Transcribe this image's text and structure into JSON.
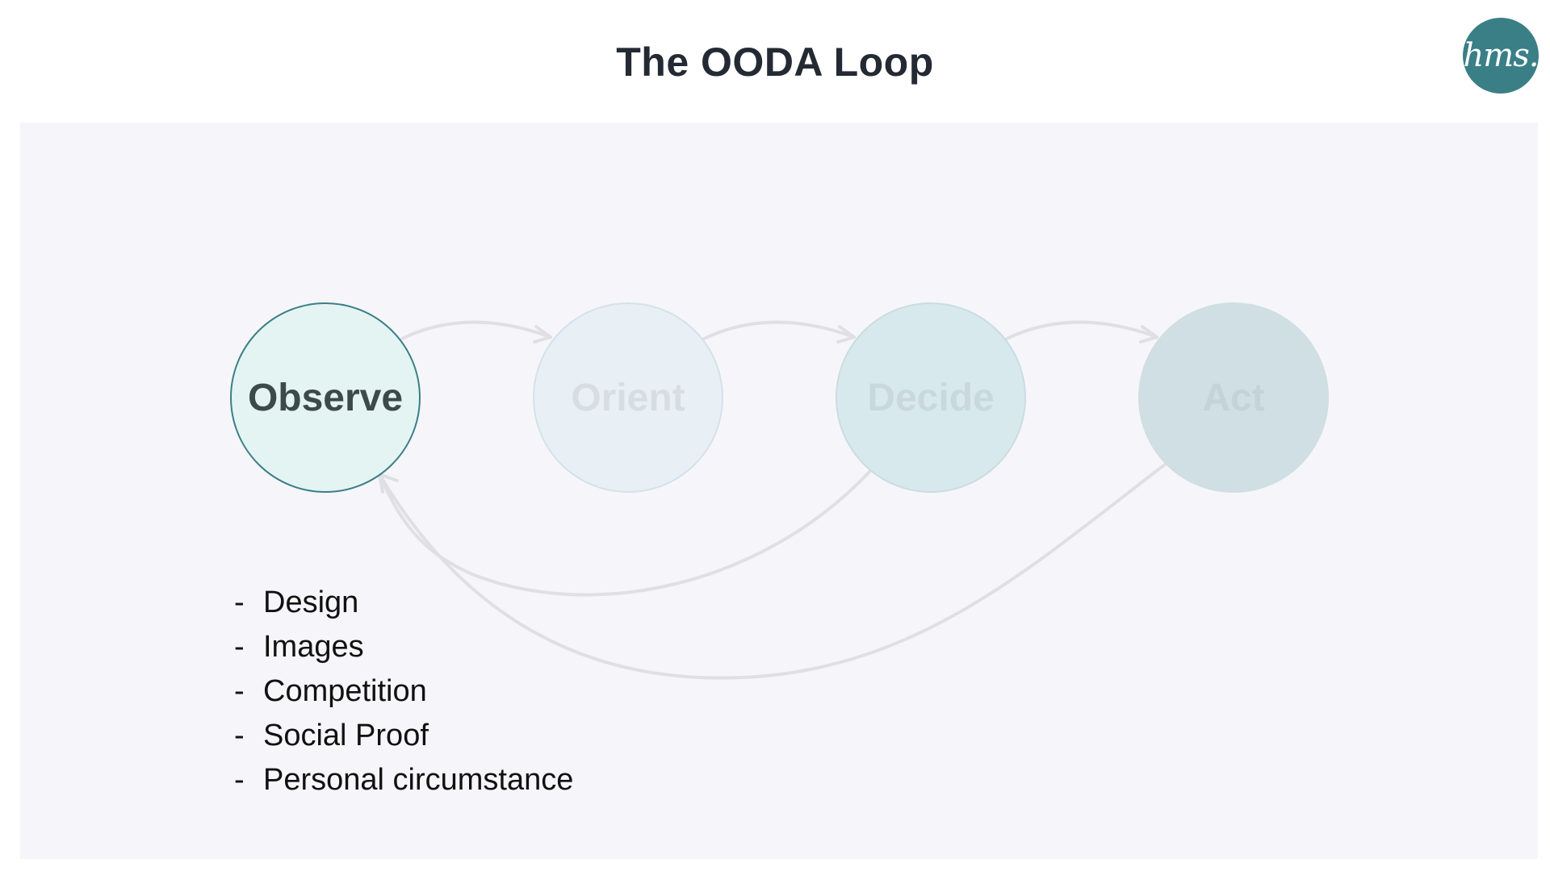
{
  "title": "The OODA Loop",
  "logo": {
    "text": "hms.",
    "color": "#3a7f86"
  },
  "nodes": [
    {
      "label": "Observe",
      "state": "active"
    },
    {
      "label": "Orient",
      "state": "faded"
    },
    {
      "label": "Decide",
      "state": "faded"
    },
    {
      "label": "Act",
      "state": "faded"
    }
  ],
  "bullets": [
    {
      "dash": "-",
      "text": "Design"
    },
    {
      "dash": "-",
      "text": "Images"
    },
    {
      "dash": "-",
      "text": "Competition"
    },
    {
      "dash": "-",
      "text": "Social Proof"
    },
    {
      "dash": "-",
      "text": "Personal circumstance"
    }
  ],
  "colors": {
    "accent": "#3a7f86",
    "arrow": "#e0dfe4",
    "panel": "#f6f6fa"
  }
}
